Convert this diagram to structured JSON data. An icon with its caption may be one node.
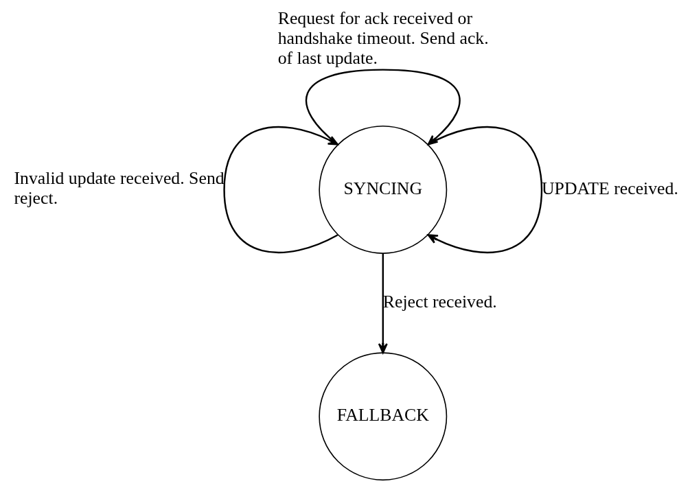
{
  "diagram": {
    "nodes": [
      {
        "text": [
          "SYNCING"
        ]
      },
      {
        "text": [
          "FALLBACK"
        ]
      }
    ],
    "edges": [
      {
        "from": 0,
        "to": 0,
        "arrow": "to",
        "label": "Request for ack received or handshake timeout. Send ack. of last update."
      },
      {
        "from": 0,
        "to": 0,
        "arrow": "to",
        "label": "Invalid update received. Send reject."
      },
      {
        "from": 0,
        "to": 0,
        "arrow": "to",
        "label": "UPDATE received."
      },
      {
        "from": 0,
        "to": 1,
        "arrow": "to",
        "label": "Reject received."
      }
    ]
  }
}
